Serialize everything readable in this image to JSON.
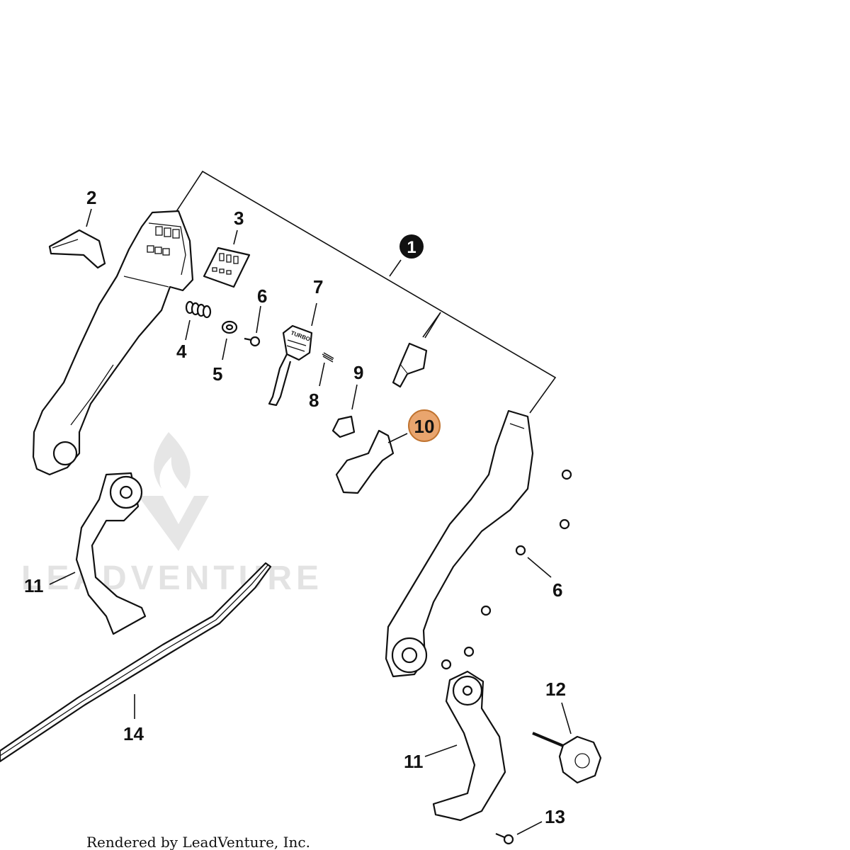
{
  "colors": {
    "highlight_fill": "#e9a56e",
    "highlight_stroke": "#c0732f",
    "ink": "#111111",
    "watermark": "#e3e3e3"
  },
  "watermark": {
    "text": "LEADVENTURE"
  },
  "footer": {
    "text": "Rendered by LeadVenture, Inc."
  },
  "parts": {
    "assembly": "1",
    "cap": "2",
    "switch_label": "3",
    "spring": "4",
    "washer": "5",
    "screw_a": "6",
    "screw_b": "6",
    "turbo_switch": "7",
    "small_spring": "8",
    "block": "9",
    "trigger": "10",
    "clamp_a": "11",
    "clamp_b": "11",
    "knob": "12",
    "screw_c": "13",
    "cable": "14"
  },
  "turbo_text": "TURBO"
}
